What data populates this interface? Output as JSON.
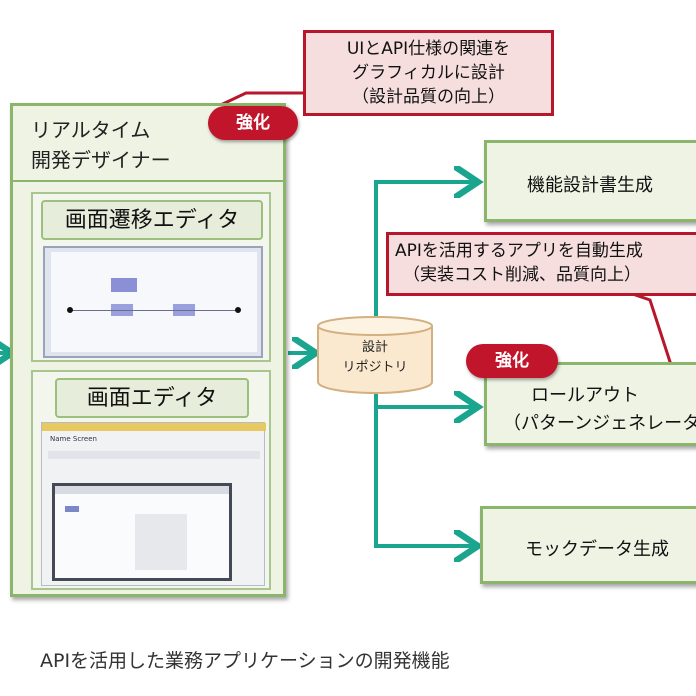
{
  "designer": {
    "title_line1": "リアルタイム",
    "title_line2": "開発デザイナー"
  },
  "note_top": {
    "line1": "UIとAPI仕様の関連を",
    "line2": "グラフィカルに設計",
    "line3": "（設計品質の向上）"
  },
  "badge_top": "強化",
  "panel_transition": {
    "title": "画面遷移エディタ"
  },
  "panel_screen": {
    "title": "画面エディタ",
    "mock_label": "Name Screen"
  },
  "repository": {
    "line1": "設計",
    "line2": "リポジトリ"
  },
  "box_spec": "機能設計書生成",
  "note_mid": {
    "line1": "APIを活用するアプリを自動生成",
    "line2": "（実装コスト削減、品質向上）"
  },
  "badge_mid": "強化",
  "box_rollout": {
    "line1": "ロールアウト",
    "line2": "（パターンジェネレータ"
  },
  "box_mock": "モックデータ生成",
  "caption": "APIを活用した業務アプリケーションの開発機能",
  "colors": {
    "arrow": "#1aa58e",
    "note_border": "#b8162a",
    "box_border": "#8ab56a"
  }
}
